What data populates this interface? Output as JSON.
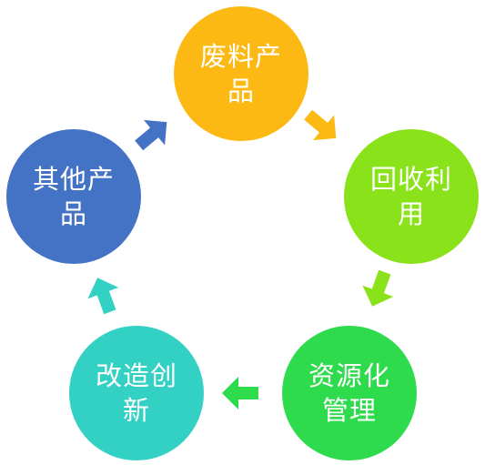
{
  "nodes": [
    {
      "label": "废料产品",
      "color": "#FDB913"
    },
    {
      "label": "回收利用",
      "color": "#8AE21A"
    },
    {
      "label": "资源化管理",
      "color": "#2EDB4C"
    },
    {
      "label": "改造创新",
      "color": "#33D1C3"
    },
    {
      "label": "其他产品",
      "color": "#4472C4"
    }
  ],
  "arrows": [
    {
      "color": "#FDB913",
      "direction": "down-right"
    },
    {
      "color": "#8AE21A",
      "direction": "down"
    },
    {
      "color": "#2EDB4C",
      "direction": "left"
    },
    {
      "color": "#33D1C3",
      "direction": "up"
    },
    {
      "color": "#4472C4",
      "direction": "up-right"
    }
  ]
}
